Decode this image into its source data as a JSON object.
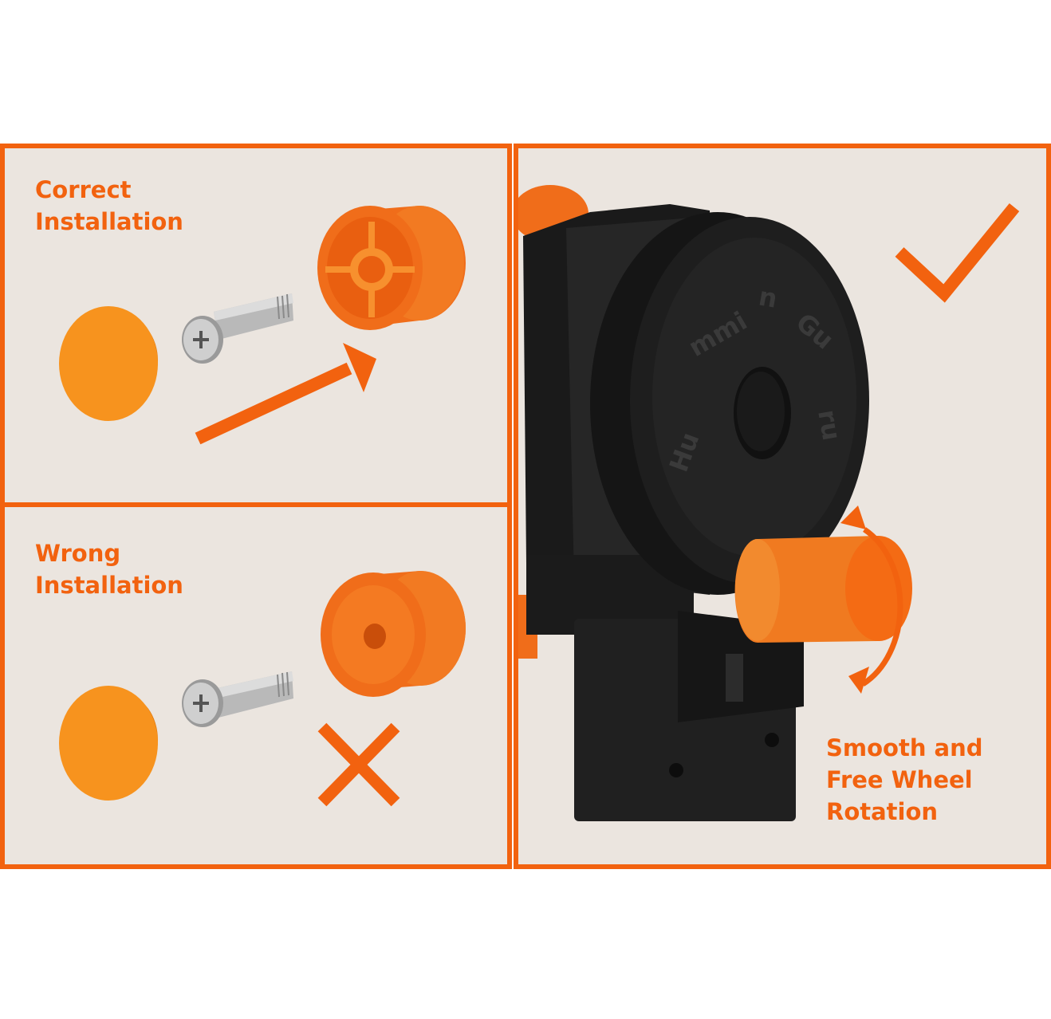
{
  "panels": {
    "correct": {
      "heading": "Correct\nInstallation"
    },
    "wrong": {
      "heading": "Wrong\nInstallation"
    },
    "rotation": {
      "caption": "Smooth and\nFree Wheel\nRotation"
    }
  },
  "product": {
    "brand_logo": "HumminGuru"
  },
  "icons": {
    "correct_mark": "checkmark-icon",
    "wrong_mark": "cross-icon",
    "direction": "arrow-icon",
    "rotation": "rotation-arrows-icon"
  },
  "colors": {
    "accent": "#f2620f",
    "panel_background": "#ebe5df",
    "part_orange": "#f7931e",
    "feeder_body": "#1e1e1e"
  }
}
